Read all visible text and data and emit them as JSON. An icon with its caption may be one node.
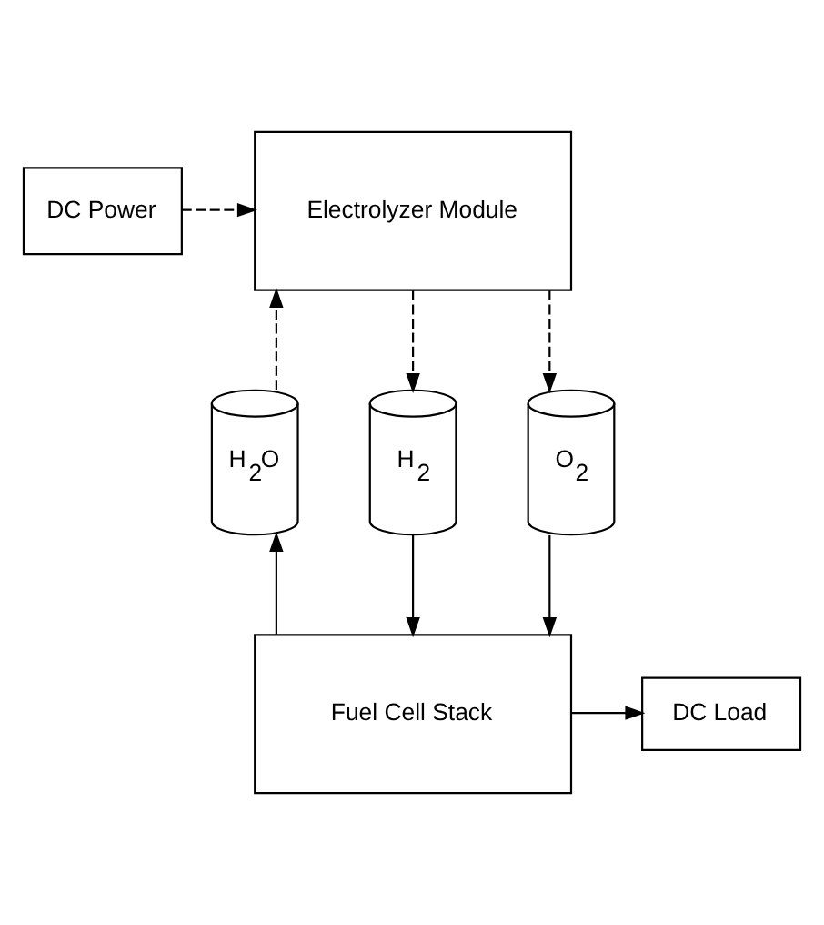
{
  "diagram": {
    "nodes": [
      {
        "text": [
          "DC Load"
        ]
      },
      {
        "text": [
          "Fuel Cell Stack"
        ]
      },
      {
        "text": [
          "H$_{2}$"
        ]
      },
      {
        "text": [
          "O$_{2}$"
        ]
      },
      {
        "text": [
          "H$_{2}$O"
        ]
      },
      {
        "text": [
          "DC Power"
        ]
      },
      {
        "text": [
          "Electrolyzer Module"
        ]
      }
    ],
    "edges": [
      {
        "from": 1,
        "to": 0,
        "arrow": "to"
      },
      {
        "from": 2,
        "to": 1,
        "arrow": "to"
      },
      {
        "from": 3,
        "to": 1,
        "arrow": "to"
      },
      {
        "from": 1,
        "to": 4,
        "arrow": "to"
      },
      {
        "from": 6,
        "to": 2,
        "arrow": "to",
        "style": "dashed"
      },
      {
        "from": 6,
        "to": 3,
        "arrow": "to",
        "style": "dashed"
      },
      {
        "from": 4,
        "to": 6,
        "arrow": "to",
        "style": "dashed"
      },
      {
        "from": 5,
        "to": 6,
        "arrow": "to",
        "style": "dashed"
      }
    ]
  }
}
